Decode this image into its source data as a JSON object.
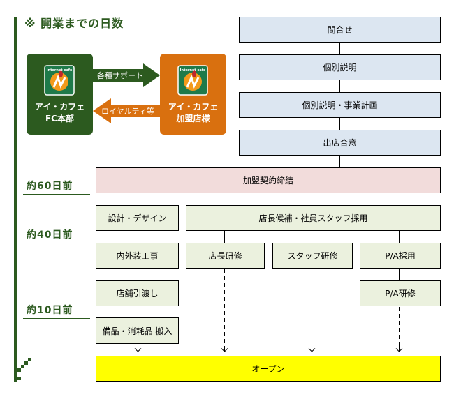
{
  "title": "※ 開業までの日数",
  "org": {
    "hq": {
      "line1": "アイ・カフェ",
      "line2": "FC本部",
      "logo": "internet-cafe-logo",
      "color": "#2c5a1f"
    },
    "franchise": {
      "line1": "アイ・カフェ",
      "line2": "加盟店様",
      "logo": "internet-cafe-logo",
      "color": "#d9700f"
    },
    "support_arrow": "各種サポート",
    "royalty_arrow": "ロイヤルティ等"
  },
  "steps": {
    "inquiry": "問合せ",
    "individual_briefing": "個別説明",
    "briefing_business_plan": "個別説明・事業計画",
    "store_agreement": "出店合意",
    "franchise_contract": "加盟契約締結",
    "design": "設計・デザイン",
    "recruitment": "店長候補・社員スタッフ採用",
    "interior_work": "内外装工事",
    "manager_training": "店長研修",
    "staff_training": "スタッフ研修",
    "pa_hiring": "P/A採用",
    "store_handover": "店舗引渡し",
    "pa_training": "P/A研修",
    "supplies_delivery": "備品・消耗品 搬入",
    "open": "オープン"
  },
  "timeline": {
    "d60": "約60日前",
    "d40": "約40日前",
    "d10": "約10日前"
  },
  "colors": {
    "brand_green": "#2c5a1f",
    "brand_orange": "#d9700f",
    "pre_step": "#dce6f1",
    "contract": "#f2dcdb",
    "prep_step": "#ebf1de",
    "open": "#ffff00"
  }
}
